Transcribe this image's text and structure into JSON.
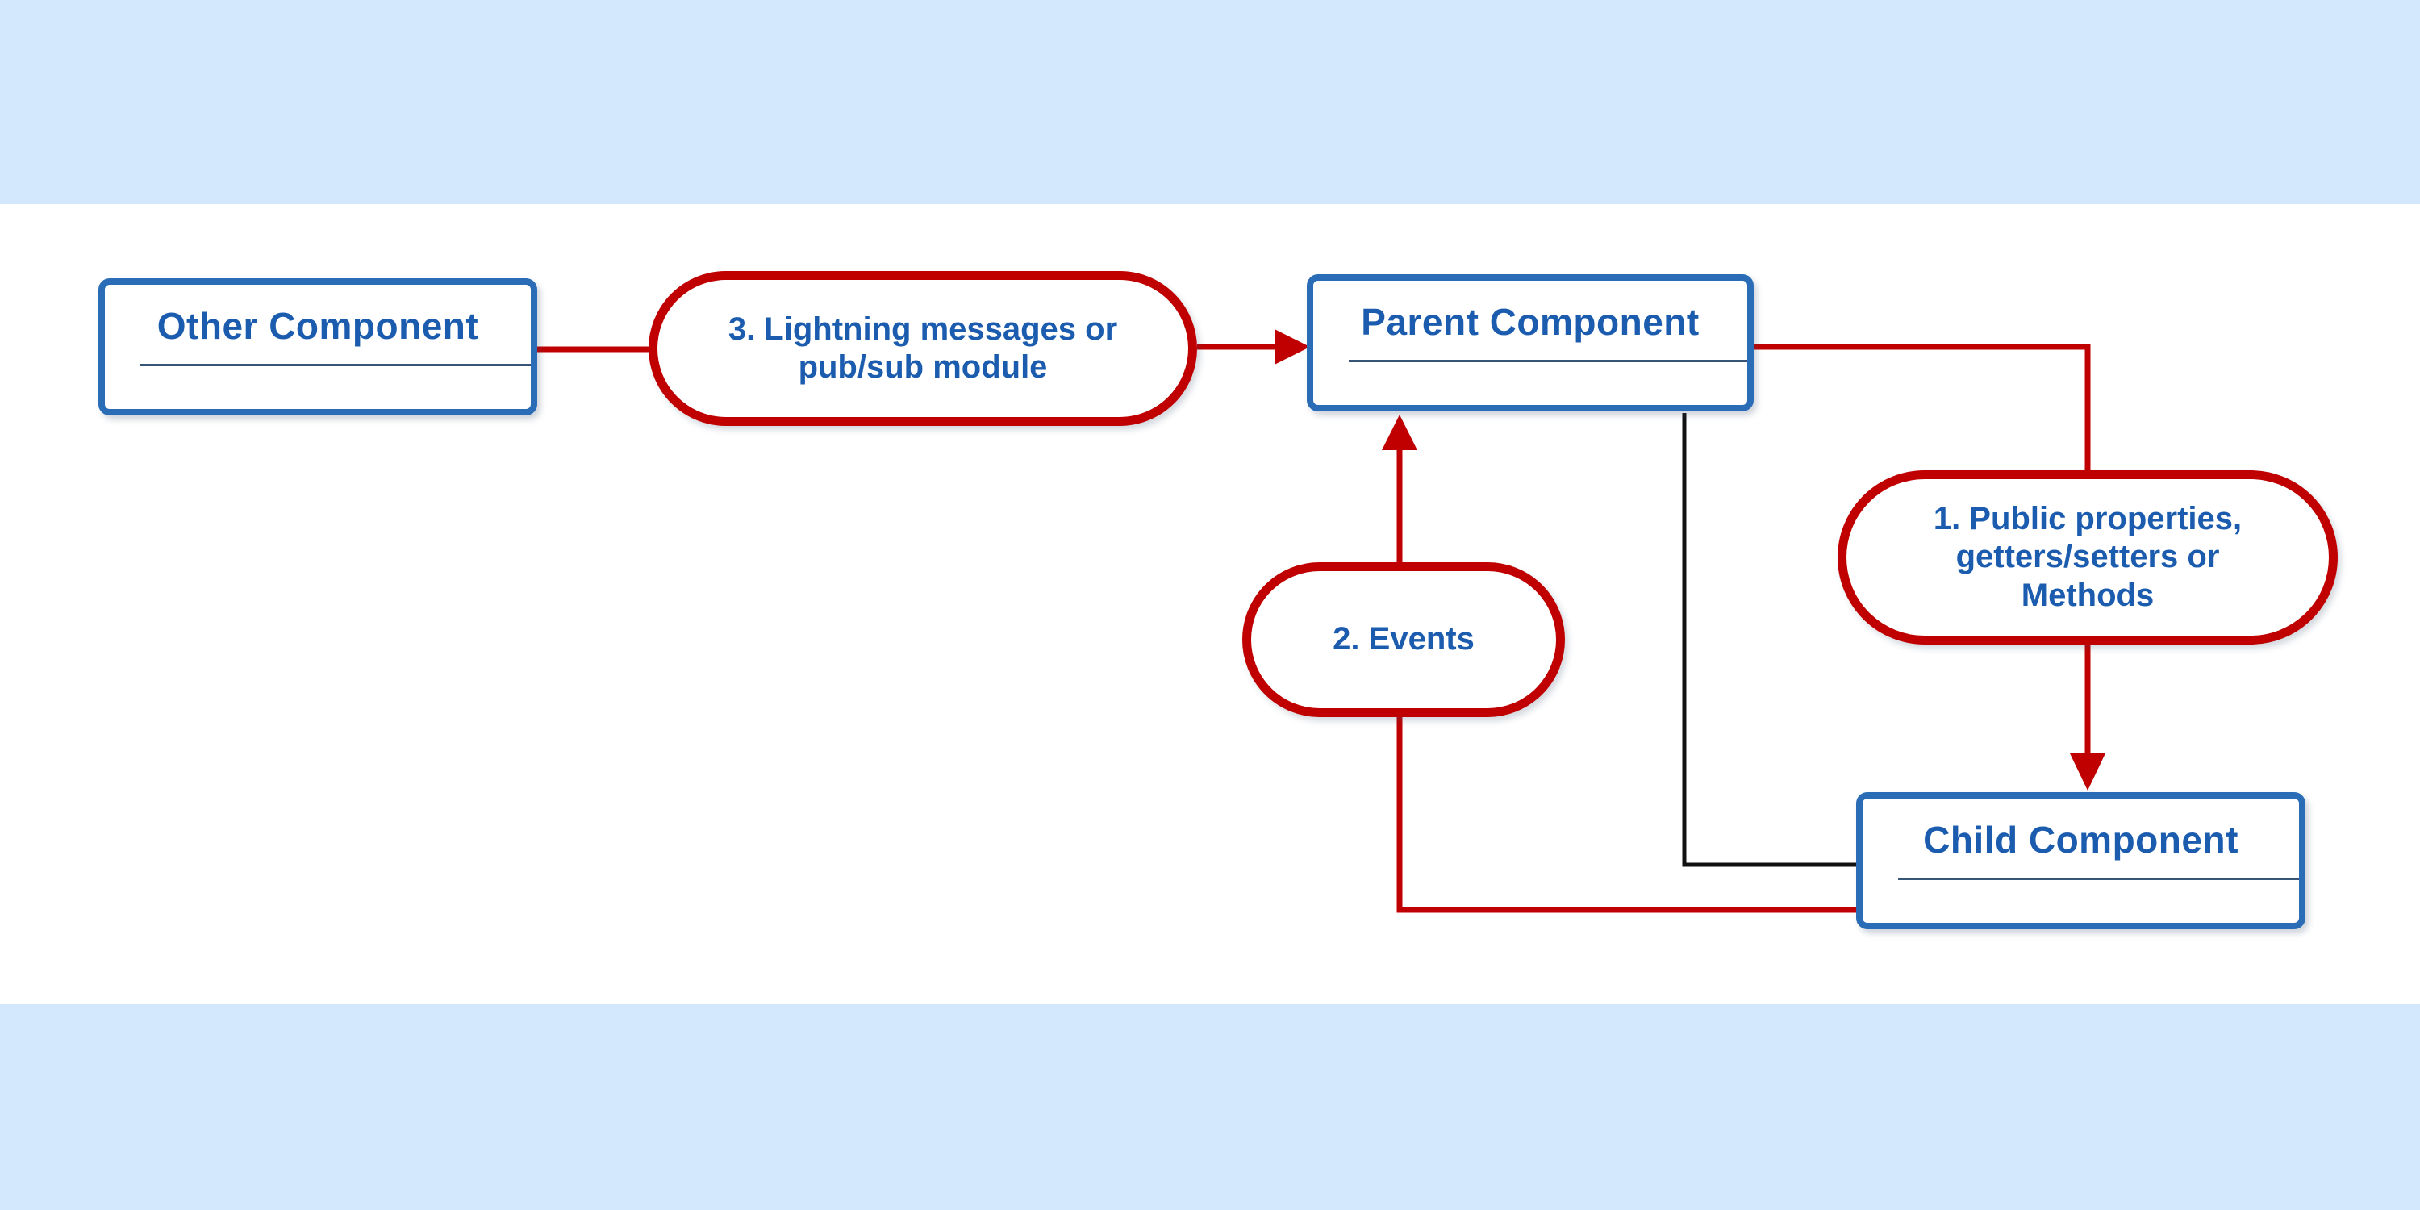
{
  "colors": {
    "band": "#d3e8fc",
    "box_border": "#2a6cb5",
    "box_text": "#1b5caf",
    "underline": "#365577",
    "red": "#c00000",
    "black": "#111111"
  },
  "diagram": {
    "boxes": {
      "other": {
        "label": "Other Component"
      },
      "parent": {
        "label": "Parent Component"
      },
      "child": {
        "label": "Child Component"
      }
    },
    "pills": {
      "messages": {
        "lines": [
          "3. Lightning messages or",
          "pub/sub module"
        ]
      },
      "events": {
        "lines": [
          "2. Events"
        ]
      },
      "properties": {
        "lines": [
          "1. Public properties,",
          "getters/setters or",
          "Methods"
        ]
      }
    }
  }
}
